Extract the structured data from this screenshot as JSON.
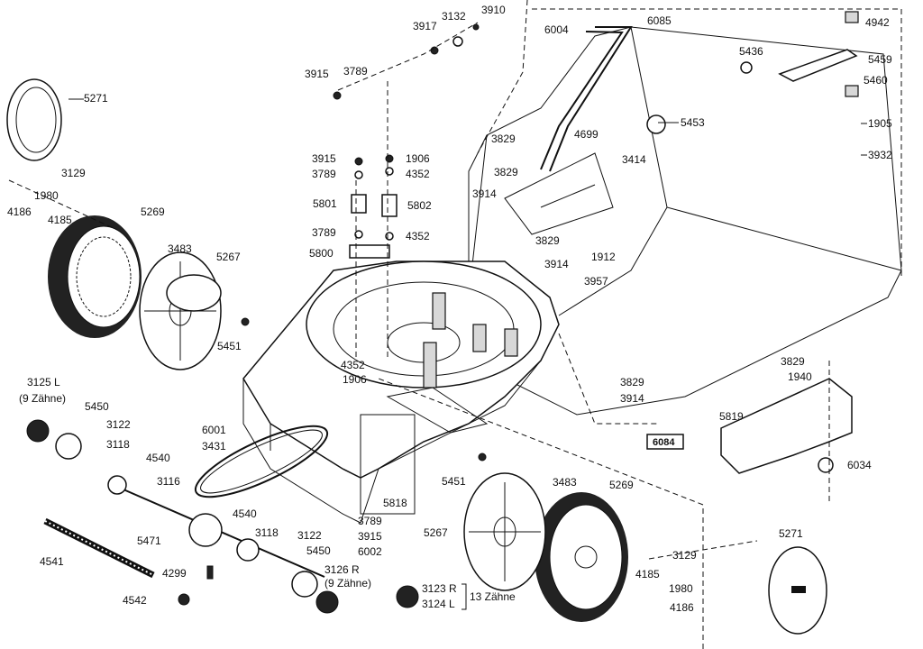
{
  "parts": {
    "p3910": "3910",
    "p3132": "3132",
    "p3917": "3917",
    "p6004": "6004",
    "p6085": "6085",
    "p4942": "4942",
    "p5436": "5436",
    "p5459": "5459",
    "p5460": "5460",
    "p3915a": "3915",
    "p3789a": "3789",
    "p5271a": "5271",
    "p5453": "5453",
    "p1905": "1905",
    "p3932": "3932",
    "p3829a": "3829",
    "p4699": "4699",
    "p3414": "3414",
    "p3129a": "3129",
    "p3915b": "3915",
    "p1906a": "1906",
    "p3789b": "3789",
    "p4352a": "4352",
    "p1980a": "1980",
    "p4186a": "4186",
    "p4185a": "4185",
    "p5801": "5801",
    "p5802": "5802",
    "p3829b": "3829",
    "p3914a": "3914",
    "p5269a": "5269",
    "p3789c": "3789",
    "p4352b": "4352",
    "p3483a": "3483",
    "p5267a": "5267",
    "p5800": "5800",
    "p3829c": "3829",
    "p3914b": "3914",
    "p1912": "1912",
    "p3957": "3957",
    "p5451a": "5451",
    "p3829d": "3829",
    "p1940": "1940",
    "p4352c": "4352",
    "p1906b": "1906",
    "p3829e": "3829",
    "p3914c": "3914",
    "p3125": "3125 L",
    "p9z1": "(9 Zähne)",
    "p5450a": "5450",
    "p3122a": "3122",
    "p5819": "5819",
    "p3118a": "3118",
    "p6001": "6001",
    "p3431": "3431",
    "p4540a": "4540",
    "p6084": "6084",
    "p6034": "6034",
    "p5451b": "5451",
    "p3483b": "3483",
    "p5269b": "5269",
    "p3116": "3116",
    "p5818": "5818",
    "p4540b": "4540",
    "p3789d": "3789",
    "p3915c": "3915",
    "p5267b": "5267",
    "p5271b": "5271",
    "p3118b": "3118",
    "p3122b": "3122",
    "p5471": "5471",
    "p5450b": "5450",
    "p6002": "6002",
    "p3129b": "3129",
    "p4541": "4541",
    "p4299": "4299",
    "p3126": "3126 R",
    "p9z2": "(9 Zähne)",
    "p4185b": "4185",
    "p1980b": "1980",
    "p3123": "3123 R",
    "p3124": "3124 L",
    "p13z": "13 Zähne",
    "p4186b": "4186",
    "p4542": "4542"
  }
}
